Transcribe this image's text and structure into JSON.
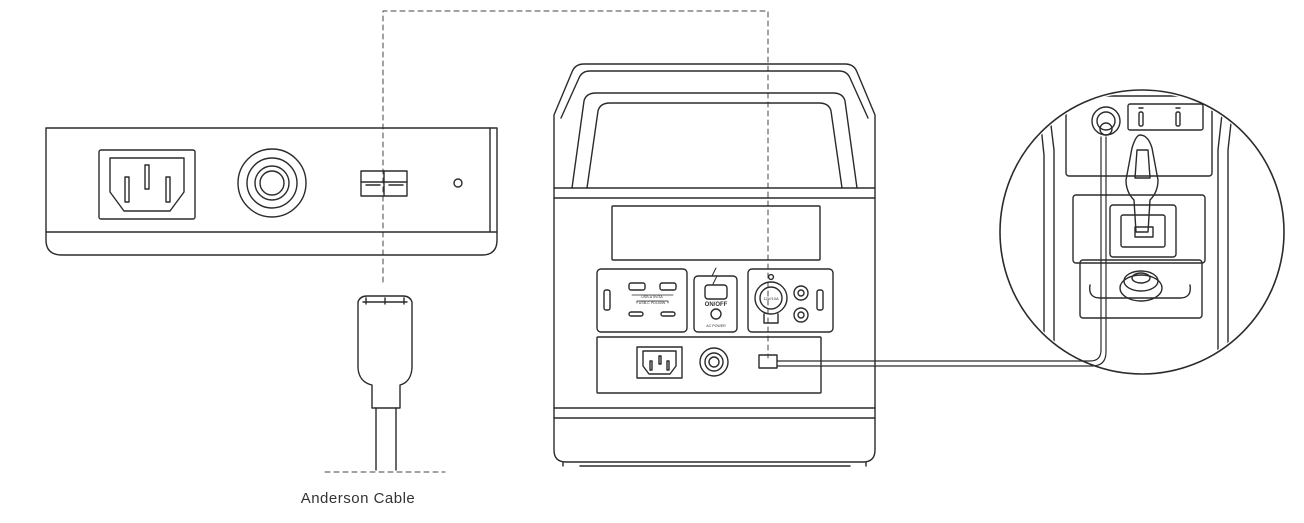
{
  "caption": "Anderson Cable",
  "device": {
    "usb_label_1": "USB-A 5V/3A",
    "usb_label_2": "USB-C PD100W",
    "power_button_label": "ON/OFF",
    "ac_button_label": "AC POWER",
    "dc_label": "12V/10A"
  },
  "colors": {
    "stroke": "#2b2b2b",
    "dash": "#333333",
    "text": "#333333"
  }
}
